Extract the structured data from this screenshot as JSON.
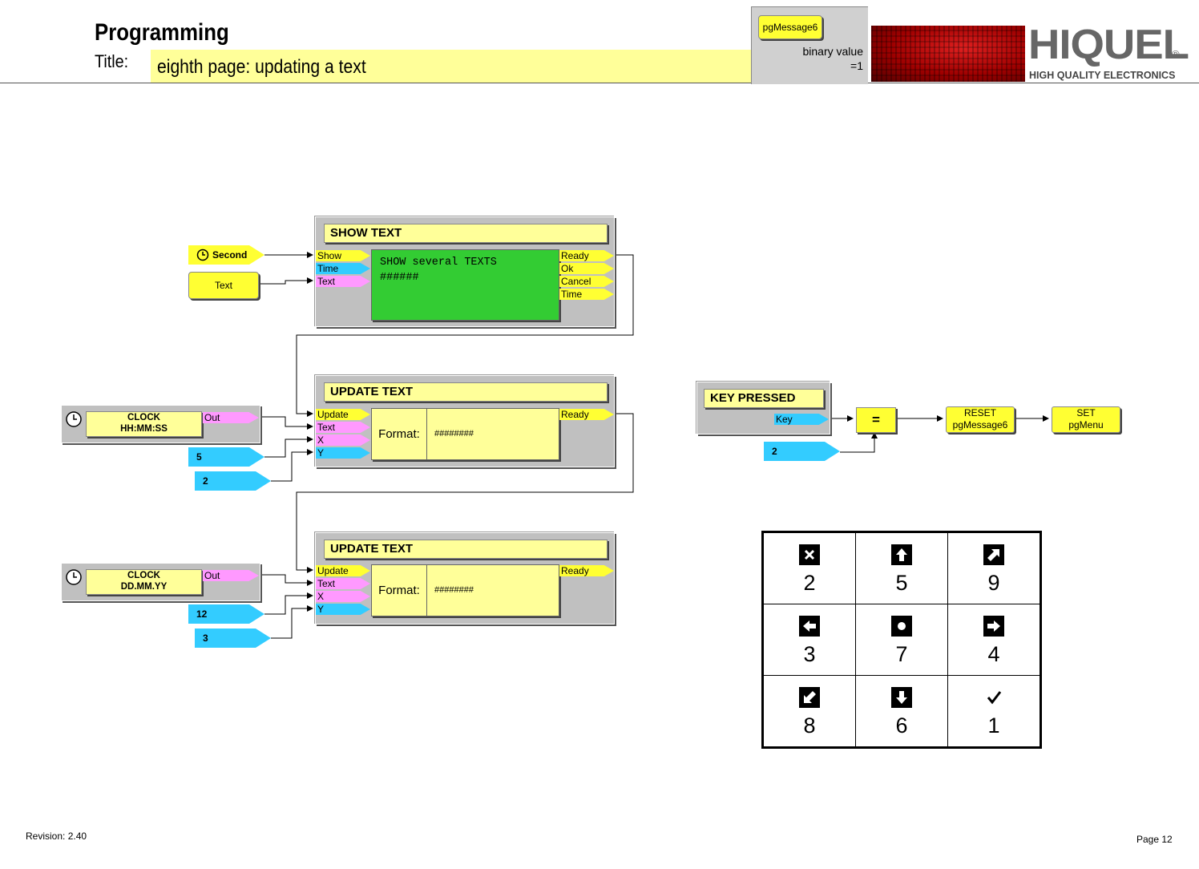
{
  "header": {
    "heading": "Programming",
    "title_label": "Title:",
    "title": "eighth page: updating a text",
    "note_tag": "pgMessage6",
    "note_value_line1": "binary value",
    "note_value_line2": "=1",
    "logo_text": "HIQUEL",
    "logo_sub": "HIGH QUALITY ELECTRONICS",
    "logo_reg": "®"
  },
  "show_text": {
    "title": "SHOW TEXT",
    "inputs": [
      "Show",
      "Time",
      "Text"
    ],
    "outputs": [
      "Ready",
      "Ok",
      "Cancel",
      "Time"
    ],
    "display_line1": "SHOW several TEXTS",
    "display_line2": "######",
    "src_second": "Second",
    "src_text": "Text"
  },
  "update1": {
    "title": "UPDATE TEXT",
    "inputs": [
      "Update",
      "Text",
      "X",
      "Y"
    ],
    "output": "Ready",
    "format_label": "Format:",
    "format_value": "########",
    "clock_line1": "CLOCK",
    "clock_line2": "HH:MM:SS",
    "clock_out": "Out",
    "x_value": "5",
    "y_value": "2"
  },
  "update2": {
    "title": "UPDATE TEXT",
    "inputs": [
      "Update",
      "Text",
      "X",
      "Y"
    ],
    "output": "Ready",
    "format_label": "Format:",
    "format_value": "########",
    "clock_line1": "CLOCK",
    "clock_line2": "DD.MM.YY",
    "clock_out": "Out",
    "x_value": "12",
    "y_value": "3"
  },
  "key_pressed": {
    "title": "KEY PRESSED",
    "output": "Key",
    "compare": "=",
    "const_value": "2",
    "reset_line1": "RESET",
    "reset_line2": "pgMessage6",
    "set_line1": "SET",
    "set_line2": "pgMenu"
  },
  "keypad": [
    [
      {
        "icon": "cross-icon",
        "num": "2"
      },
      {
        "icon": "arrow-up-icon",
        "num": "5"
      },
      {
        "icon": "arrow-up-right-icon",
        "num": "9"
      }
    ],
    [
      {
        "icon": "arrow-left-icon",
        "num": "3"
      },
      {
        "icon": "dot-icon",
        "num": "7"
      },
      {
        "icon": "arrow-right-icon",
        "num": "4"
      }
    ],
    [
      {
        "icon": "arrow-down-left-icon",
        "num": "8"
      },
      {
        "icon": "arrow-down-icon",
        "num": "6"
      },
      {
        "icon": "check-icon",
        "num": "1"
      }
    ]
  ],
  "footer": {
    "revision": "Revision: 2.40",
    "page": "Page 12"
  }
}
